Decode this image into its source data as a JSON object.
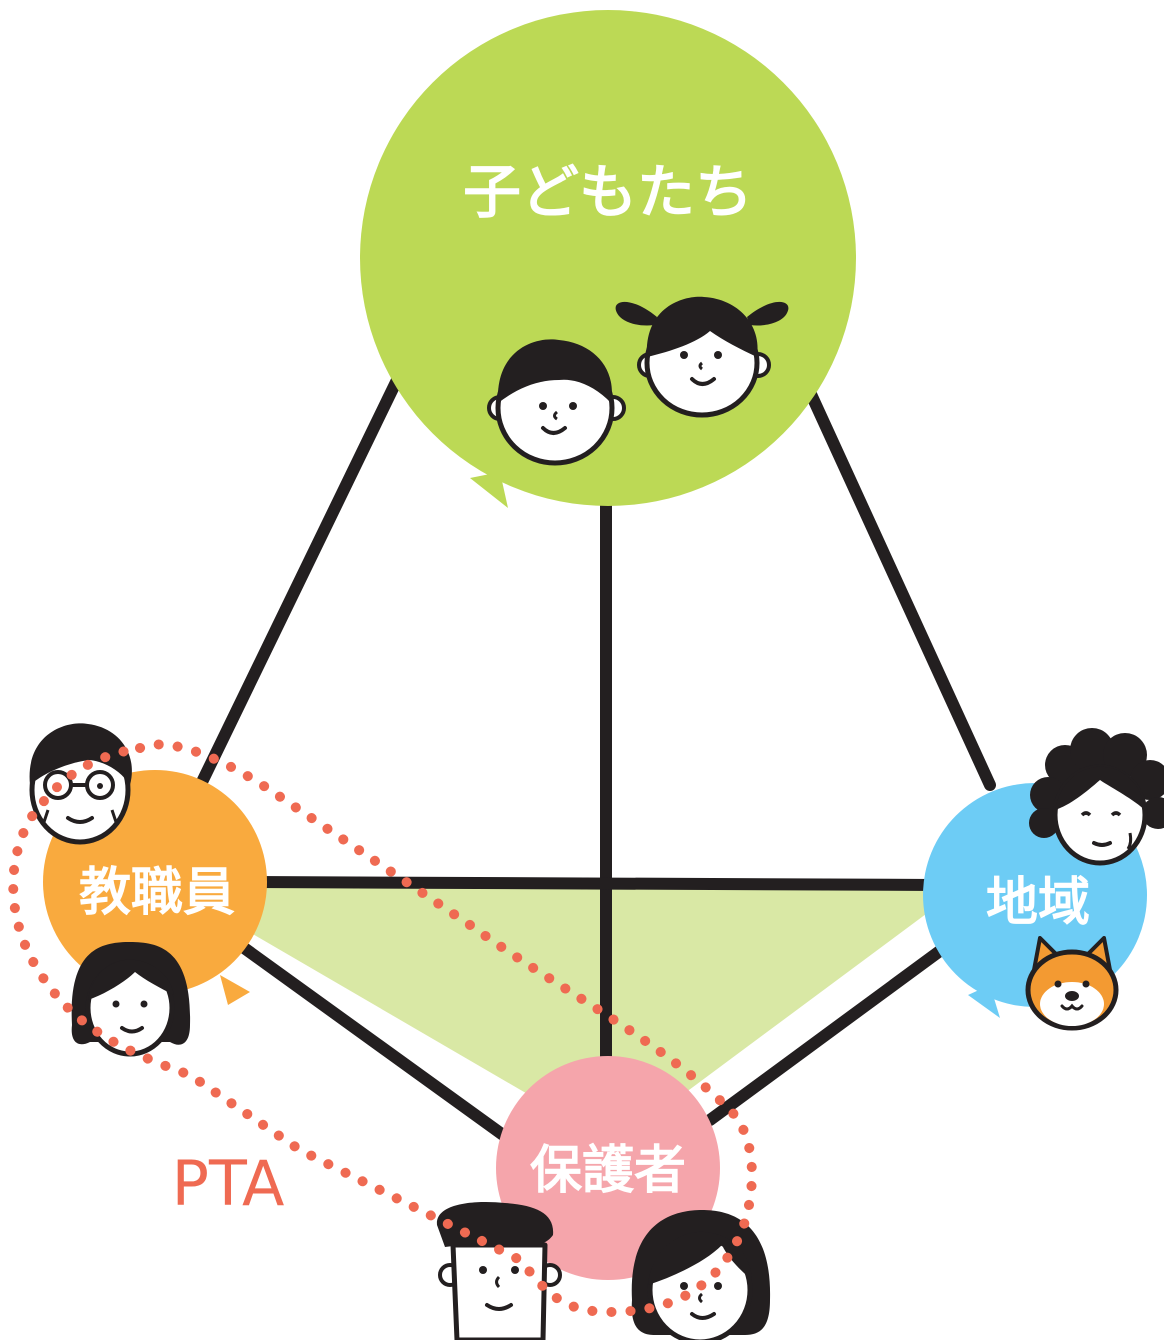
{
  "nodes": {
    "children": {
      "label": "子どもたち",
      "color": "#bcd955"
    },
    "staff": {
      "label": "教職員",
      "color": "#f9aa3e"
    },
    "community": {
      "label": "地域",
      "color": "#6dccf5"
    },
    "parents": {
      "label": "保護者",
      "color": "#f5a5ab"
    }
  },
  "group": {
    "label": "PTA",
    "color": "#ef6a52"
  },
  "colors": {
    "lines": "#231f20",
    "fill_area": "#d9e8a5",
    "dog": "#f39a32"
  },
  "icons": [
    "boy-face-icon",
    "girl-pigtails-face-icon",
    "male-teacher-glasses-icon",
    "female-teacher-icon",
    "grandmother-face-icon",
    "shiba-dog-icon",
    "father-face-icon",
    "mother-face-icon"
  ]
}
